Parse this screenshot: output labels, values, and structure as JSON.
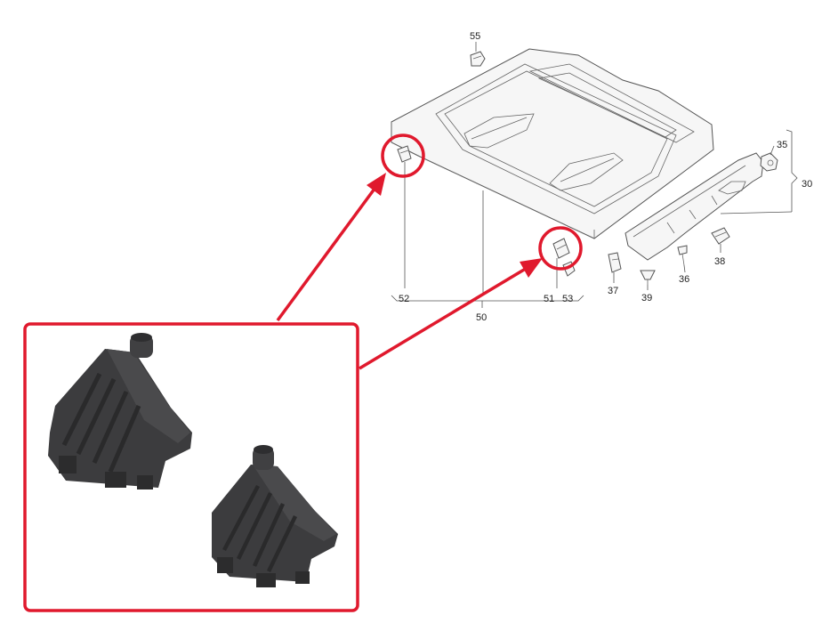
{
  "diagram": {
    "callouts": [
      {
        "id": "c55",
        "text": "55"
      },
      {
        "id": "c35",
        "text": "35"
      },
      {
        "id": "c30",
        "text": "30"
      },
      {
        "id": "c52",
        "text": "52"
      },
      {
        "id": "c51",
        "text": "51"
      },
      {
        "id": "c53",
        "text": "53"
      },
      {
        "id": "c50",
        "text": "50"
      },
      {
        "id": "c37",
        "text": "37"
      },
      {
        "id": "c39",
        "text": "39"
      },
      {
        "id": "c36",
        "text": "36"
      },
      {
        "id": "c38",
        "text": "38"
      }
    ],
    "colors": {
      "highlight": "#e0192d",
      "line": "#555555",
      "part_photo": "#3c3c3e",
      "part_face": "#4a4a4c"
    }
  }
}
